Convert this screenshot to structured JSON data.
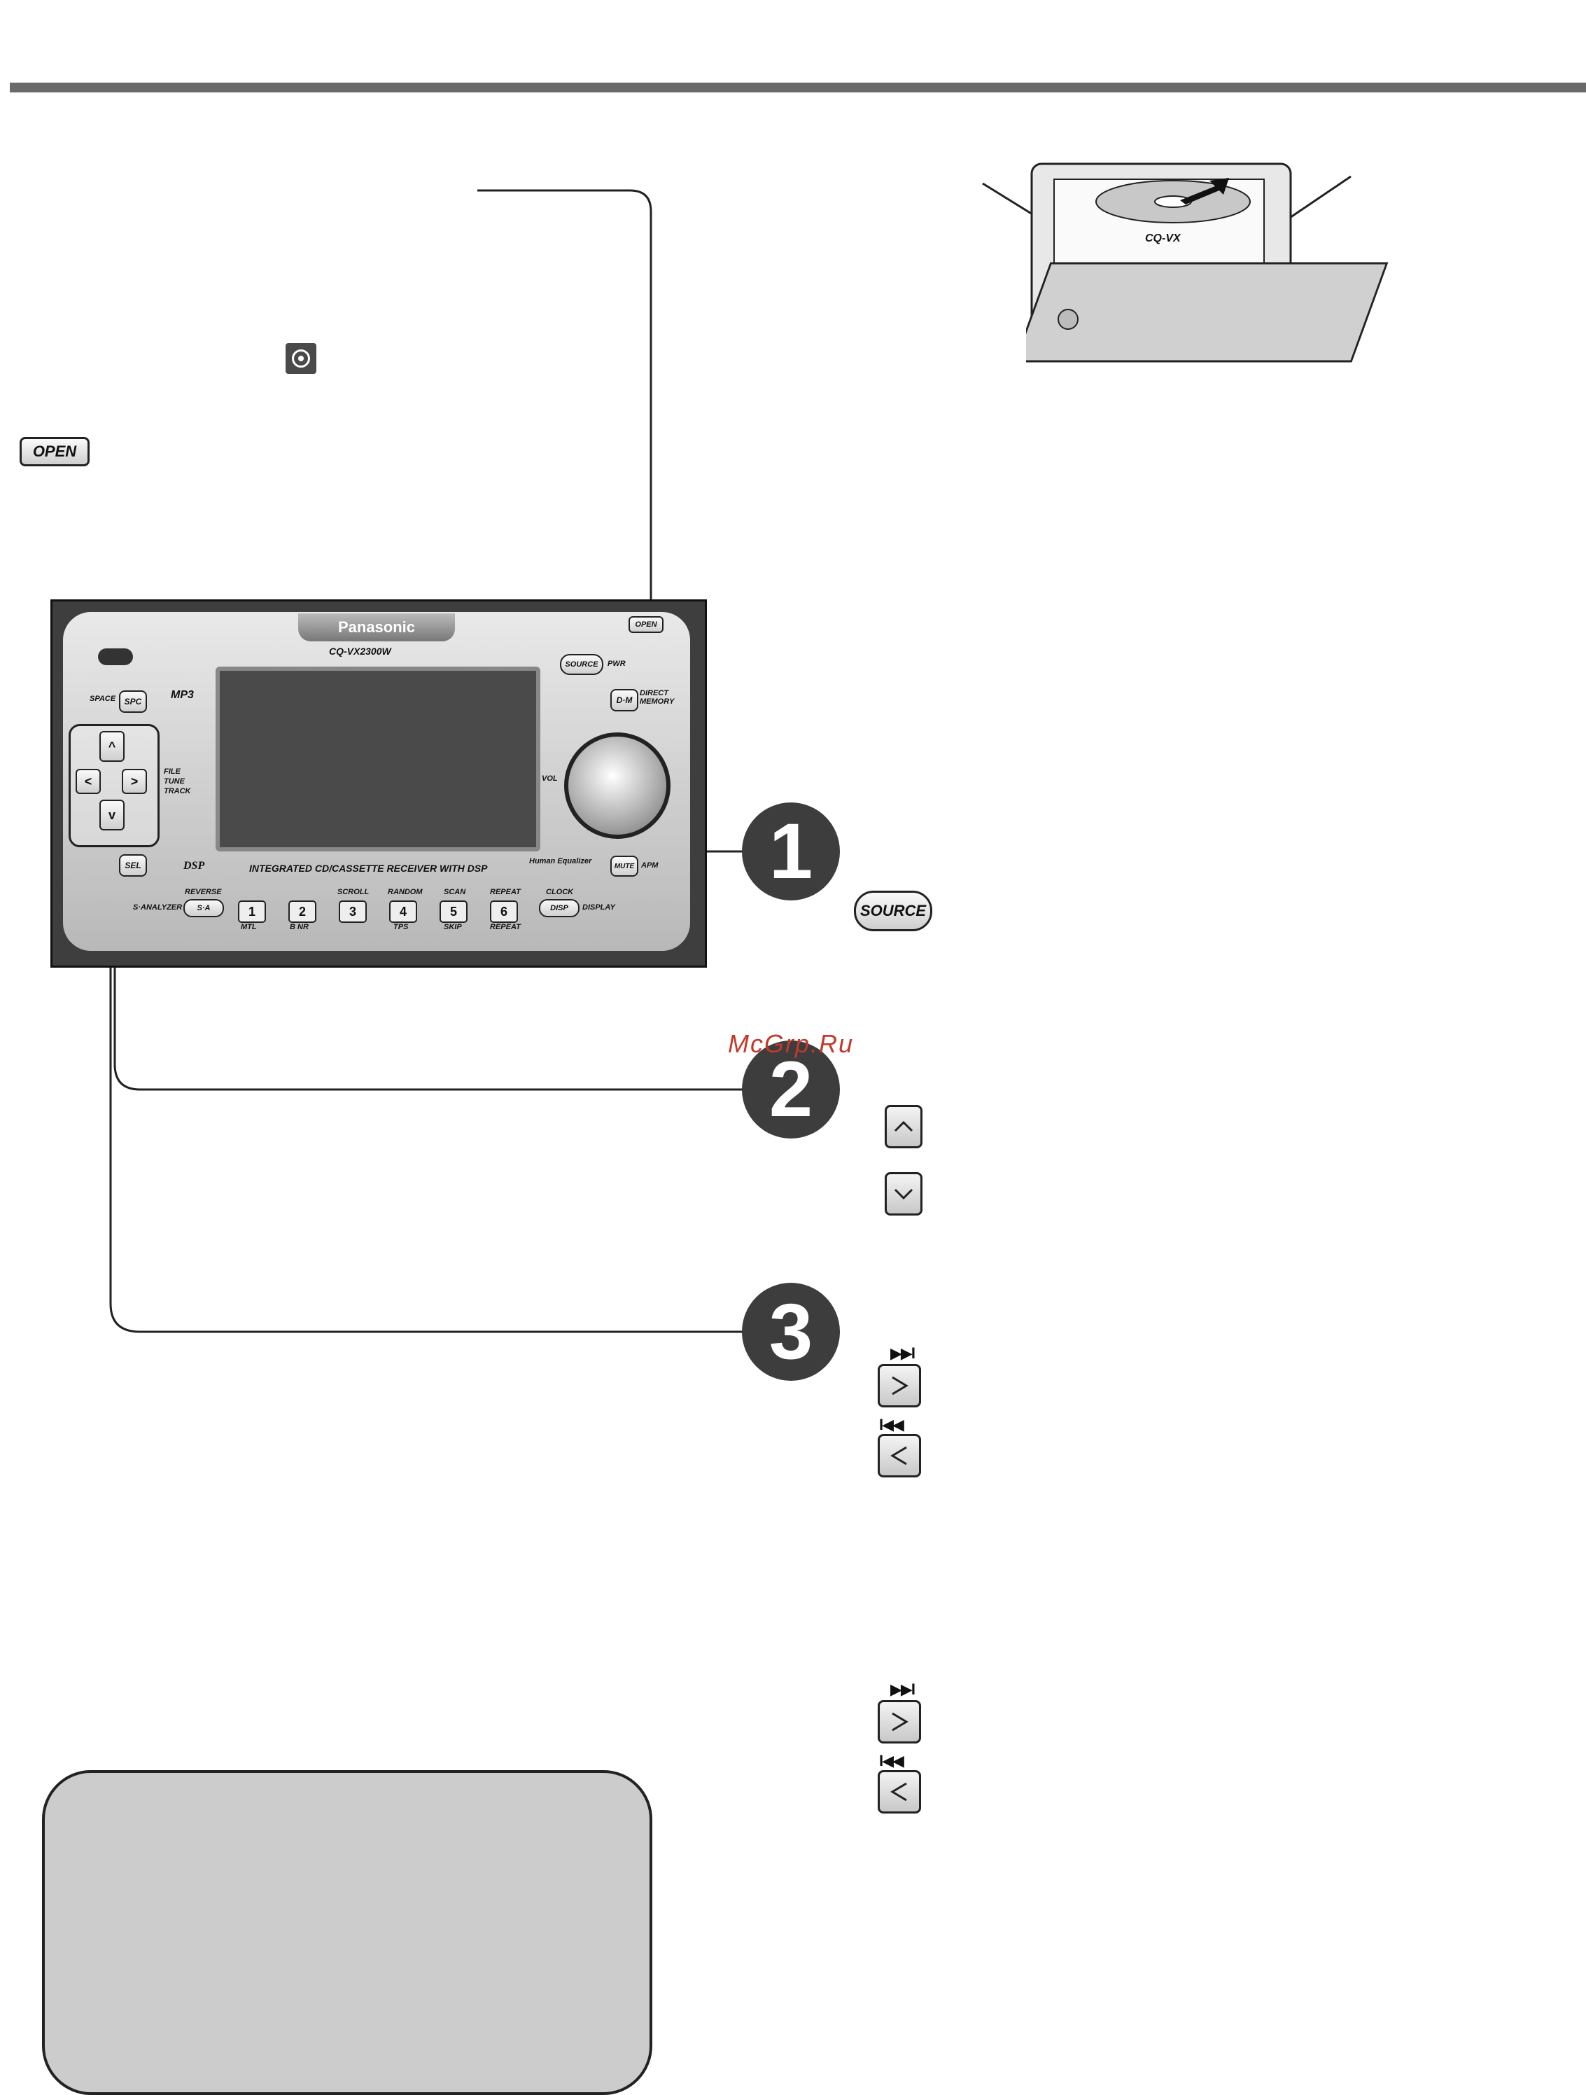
{
  "buttons": {
    "open_label": "OPEN",
    "source_label": "SOURCE",
    "up_arrow": "^",
    "down_arrow": "v",
    "right_arrow": ">",
    "left_arrow": "<",
    "skip_next_mark": "▶▶I",
    "skip_prev_mark": "I◀◀"
  },
  "steps": [
    "1",
    "2",
    "3"
  ],
  "watermark": "McGrp.Ru",
  "unit": {
    "brand": "Panasonic",
    "model": "CQ-VX2300W",
    "open_label": "OPEN",
    "source_label": "SOURCE",
    "pwr_label": "PWR",
    "mp3_label": "MP3",
    "spc_label": "SPC",
    "space_label": "SPACE",
    "dm_label": "D·M",
    "direct_memory_label": "DIRECT MEMORY",
    "file_tune_track": [
      "FILE",
      "TUNE",
      "TRACK"
    ],
    "vol_label": "VOL",
    "mute_label": "MUTE",
    "apm_label": "APM",
    "sel_label": "SEL",
    "dsp_label": "DSP",
    "caption": "INTEGRATED CD/CASSETTE RECEIVER WITH DSP",
    "human_equalizer": "Human Equalizer",
    "s_analyzer": "S·ANALYZER",
    "sa_label": "S·A",
    "reverse_label": "REVERSE",
    "disp_label": "DISP",
    "clock_label": "CLOCK",
    "display_label": "DISPLAY",
    "presets": [
      {
        "num": "1",
        "top": "",
        "bottom": "MTL"
      },
      {
        "num": "2",
        "top": "",
        "bottom": "B NR"
      },
      {
        "num": "3",
        "top": "SCROLL",
        "bottom": ""
      },
      {
        "num": "4",
        "top": "RANDOM",
        "bottom": "TPS"
      },
      {
        "num": "5",
        "top": "SCAN",
        "bottom": "SKIP"
      },
      {
        "num": "6",
        "top": "REPEAT",
        "bottom": "REPEAT"
      }
    ]
  },
  "cd_illustration": {
    "model_text": "CQ-VX"
  }
}
